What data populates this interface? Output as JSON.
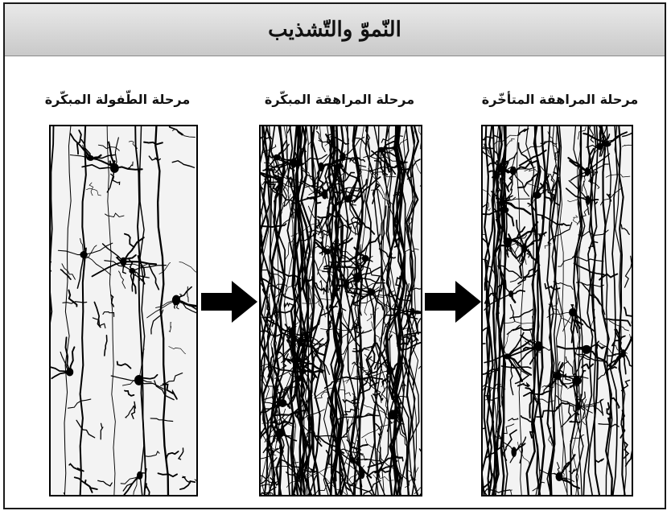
{
  "title": "النّموّ والتّشذيب",
  "stages": [
    {
      "label": "مرحلة الطّفولة المبكّرة"
    },
    {
      "label": "مرحلة المراهقة المبكّرة"
    },
    {
      "label": "مرحلة المراهقة المتأخّرة"
    }
  ],
  "icons": {
    "arrow_1": "arrow-right-icon",
    "arrow_2": "arrow-right-icon"
  },
  "colors": {
    "title_bar": "#d6d6d6",
    "neuron_ink": "#000000",
    "panel_background": "#f3f3f3"
  }
}
